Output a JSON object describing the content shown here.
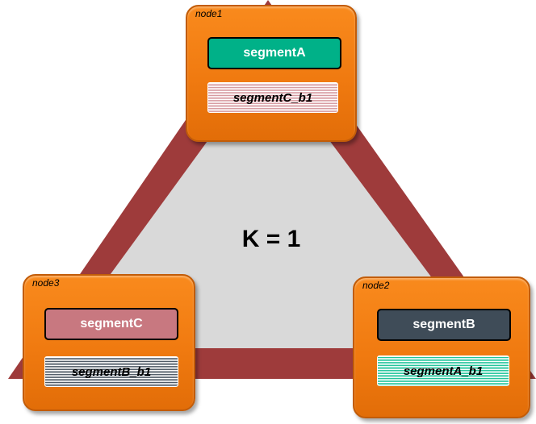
{
  "center": {
    "label": "K = 1"
  },
  "colors": {
    "triangle_border": "#9e3b3b",
    "triangle_fill": "#d9d9d9",
    "node_fill": "#f07a10",
    "segmentA": "#00b188",
    "segmentB": "#3f4c58",
    "segmentC": "#c87880"
  },
  "nodes": {
    "node1": {
      "label": "node1",
      "primary": "segmentA",
      "replica": "segmentC_b1"
    },
    "node2": {
      "label": "node2",
      "primary": "segmentB",
      "replica": "segmentA_b1"
    },
    "node3": {
      "label": "node3",
      "primary": "segmentC",
      "replica": "segmentB_b1"
    }
  }
}
